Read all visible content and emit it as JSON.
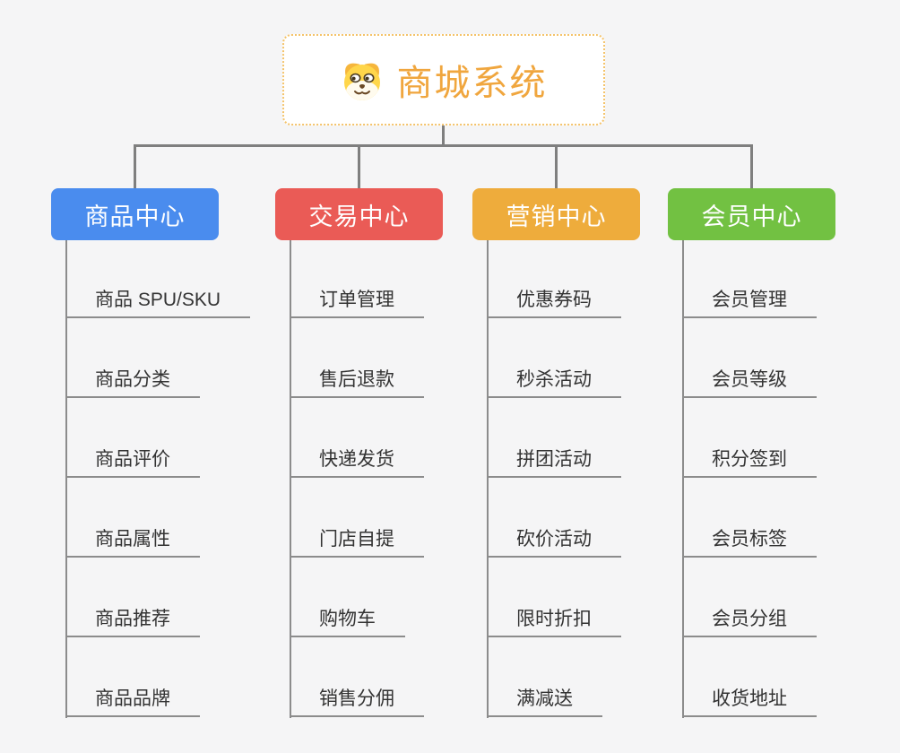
{
  "root": {
    "title": "商城系统",
    "icon": "dog-face-icon"
  },
  "branches": [
    {
      "label": "商品中心",
      "color": "#4a8cee",
      "children": [
        "商品 SPU/SKU",
        "商品分类",
        "商品评价",
        "商品属性",
        "商品推荐",
        "商品品牌"
      ]
    },
    {
      "label": "交易中心",
      "color": "#ea5b56",
      "children": [
        "订单管理",
        "售后退款",
        "快递发货",
        "门店自提",
        "购物车",
        "销售分佣"
      ]
    },
    {
      "label": "营销中心",
      "color": "#eeac3c",
      "children": [
        "优惠券码",
        "秒杀活动",
        "拼团活动",
        "砍价活动",
        "限时折扣",
        "满减送"
      ]
    },
    {
      "label": "会员中心",
      "color": "#72c142",
      "children": [
        "会员管理",
        "会员等级",
        "积分签到",
        "会员标签",
        "会员分组",
        "收货地址"
      ]
    }
  ],
  "colors": {
    "background": "#f5f5f6",
    "connector": "#7f7f7f",
    "line": "#8c8c8c",
    "node_text": "#333333",
    "root_title": "#f0a63e",
    "root_border": "#f4c36a"
  }
}
